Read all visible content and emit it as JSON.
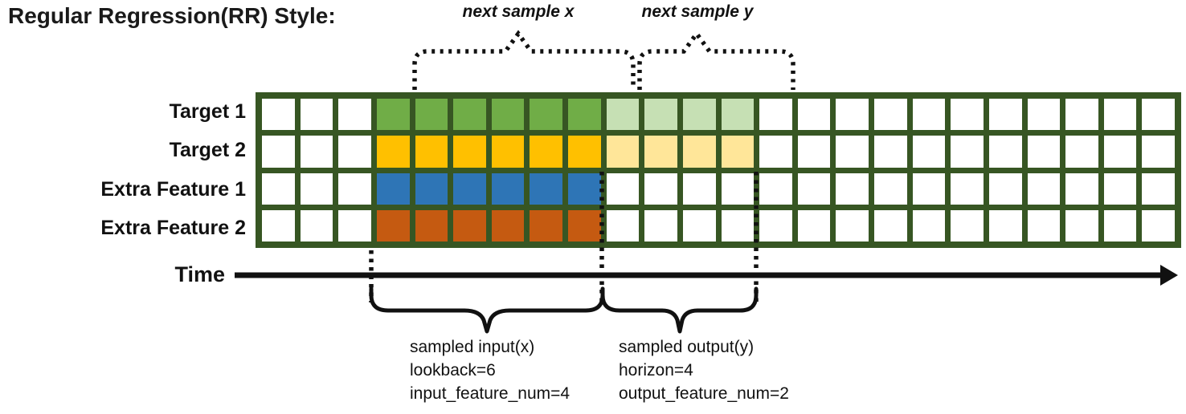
{
  "title": "Regular Regression(RR) Style:",
  "annotations": {
    "next_sample_x": "next sample x",
    "next_sample_y": "next sample y"
  },
  "rows": [
    {
      "label": "Target 1",
      "kind": "target",
      "input_color": "#70AD47",
      "output_color": "#C6E0B4"
    },
    {
      "label": "Target 2",
      "kind": "target",
      "input_color": "#FFC000",
      "output_color": "#FFE699"
    },
    {
      "label": "Extra Feature 1",
      "kind": "extra",
      "input_color": "#2E75B6",
      "output_color": null
    },
    {
      "label": "Extra Feature 2",
      "kind": "extra",
      "input_color": "#C55A11",
      "output_color": null
    }
  ],
  "grid": {
    "total_columns": 24,
    "lead_in_columns": 3,
    "lookback": 6,
    "horizon": 4,
    "empty_cell_color": "#ffffff",
    "border_color": "#375623"
  },
  "time_axis": {
    "label": "Time"
  },
  "input_annotation": {
    "lines": [
      "sampled input(x)",
      "lookback=6",
      "input_feature_num=4"
    ]
  },
  "output_annotation": {
    "lines": [
      "sampled output(y)",
      "horizon=4",
      "output_feature_num=2"
    ]
  }
}
